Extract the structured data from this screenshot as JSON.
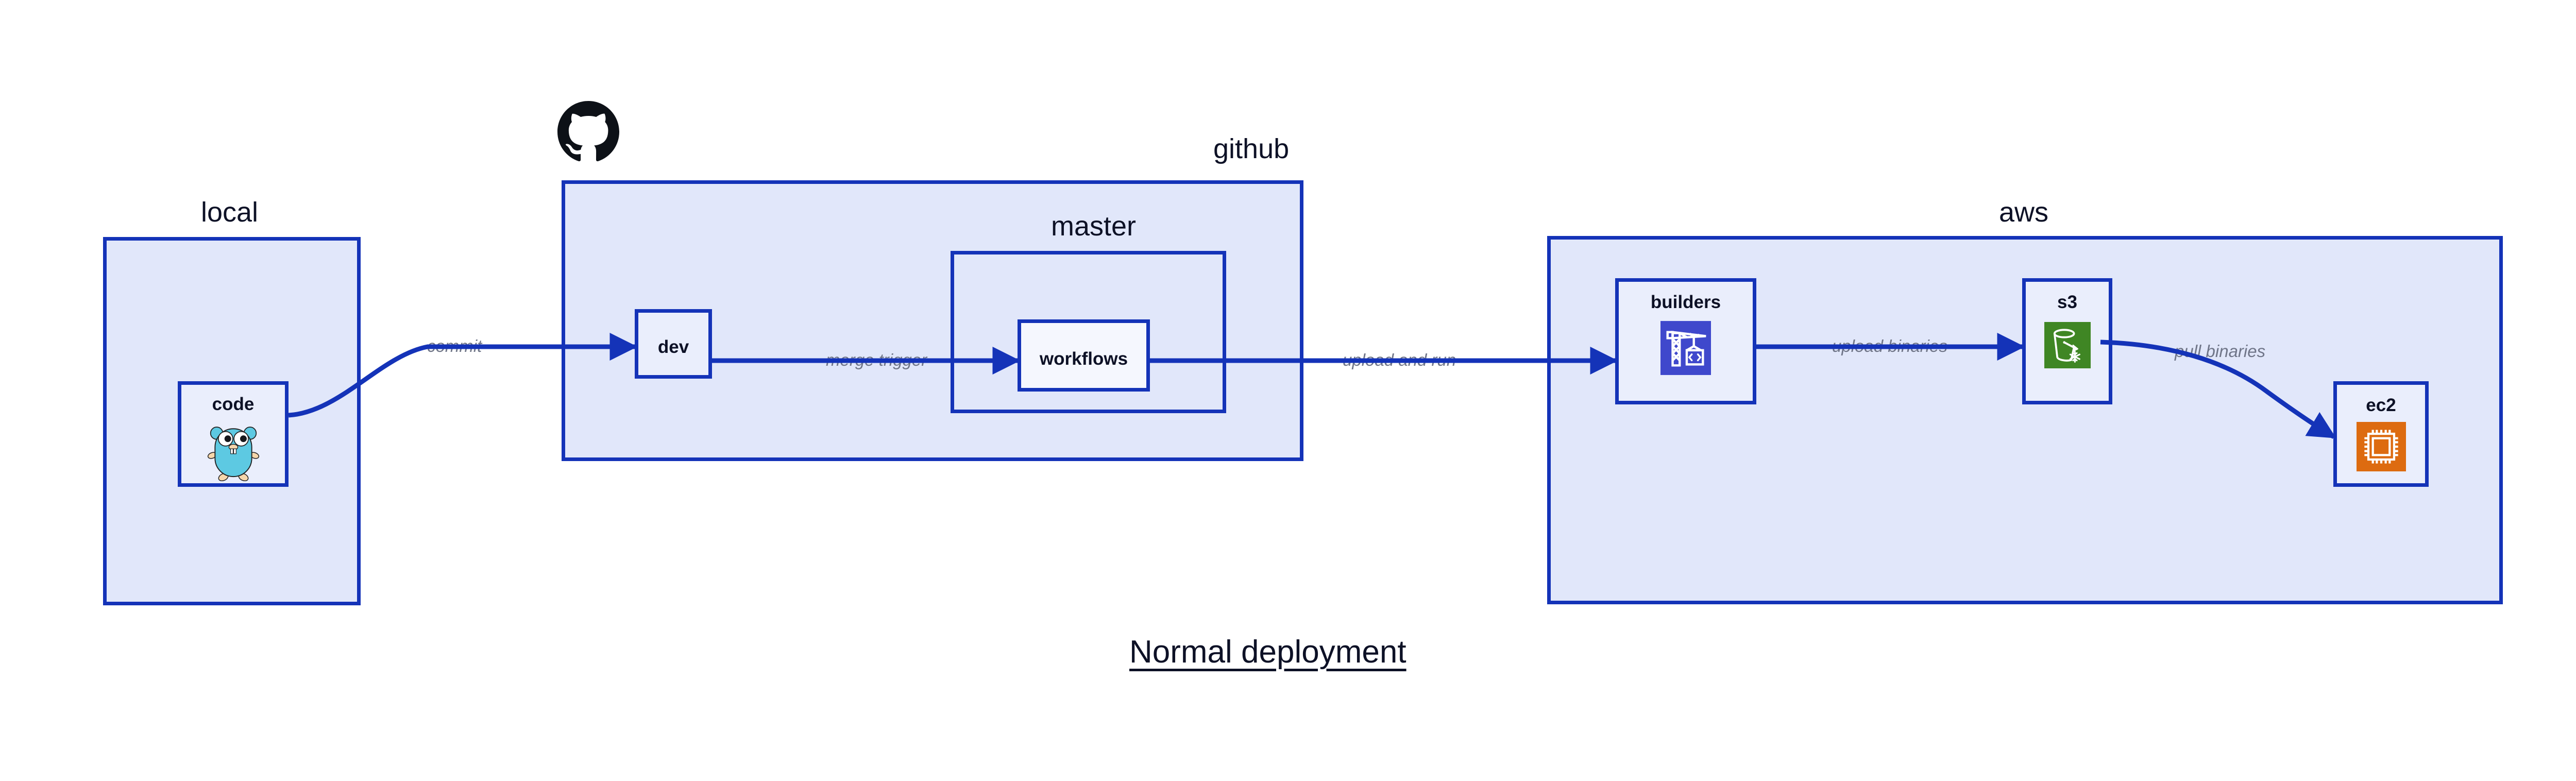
{
  "diagram": {
    "title": "Normal deployment",
    "accent_border": "#1433b8",
    "zone_fill": "#e1e7fa",
    "node_fill": "#eaeefc",
    "node_fill_bright": "#f5f7fe",
    "text_color": "#0d1126",
    "edge_label_color": "#6f7588"
  },
  "zones": [
    {
      "id": "local",
      "label": "local"
    },
    {
      "id": "github",
      "label": "github"
    },
    {
      "id": "master",
      "label": "master"
    },
    {
      "id": "aws",
      "label": "aws"
    }
  ],
  "nodes": [
    {
      "id": "code",
      "label": "code",
      "icon": "go-gopher-icon",
      "icon_color": "#5dc9e2"
    },
    {
      "id": "dev",
      "label": "dev",
      "icon": null,
      "icon_color": null
    },
    {
      "id": "workflows",
      "label": "workflows",
      "icon": null,
      "icon_color": null
    },
    {
      "id": "builders",
      "label": "builders",
      "icon": "aws-codebuild-icon",
      "icon_color": "#3f48cc"
    },
    {
      "id": "s3",
      "label": "s3",
      "icon": "aws-s3-glacier-icon",
      "icon_color": "#3f8624"
    },
    {
      "id": "ec2",
      "label": "ec2",
      "icon": "aws-ec2-icon",
      "icon_color": "#dd6b10"
    }
  ],
  "edges": [
    {
      "id": "commit",
      "label": "commit",
      "from": "code",
      "to": "dev"
    },
    {
      "id": "merge-trigger",
      "label": "merge trigger",
      "from": "dev",
      "to": "workflows"
    },
    {
      "id": "upload-and-run",
      "label": "upload and run",
      "from": "workflows",
      "to": "builders"
    },
    {
      "id": "upload-binaries",
      "label": "upload binaries",
      "from": "builders",
      "to": "s3"
    },
    {
      "id": "pull-binaries",
      "label": "pull binaries",
      "from": "s3",
      "to": "ec2"
    }
  ],
  "logos": [
    {
      "id": "github-octocat",
      "name": "github-octocat-icon",
      "color": "#0d1117"
    }
  ]
}
